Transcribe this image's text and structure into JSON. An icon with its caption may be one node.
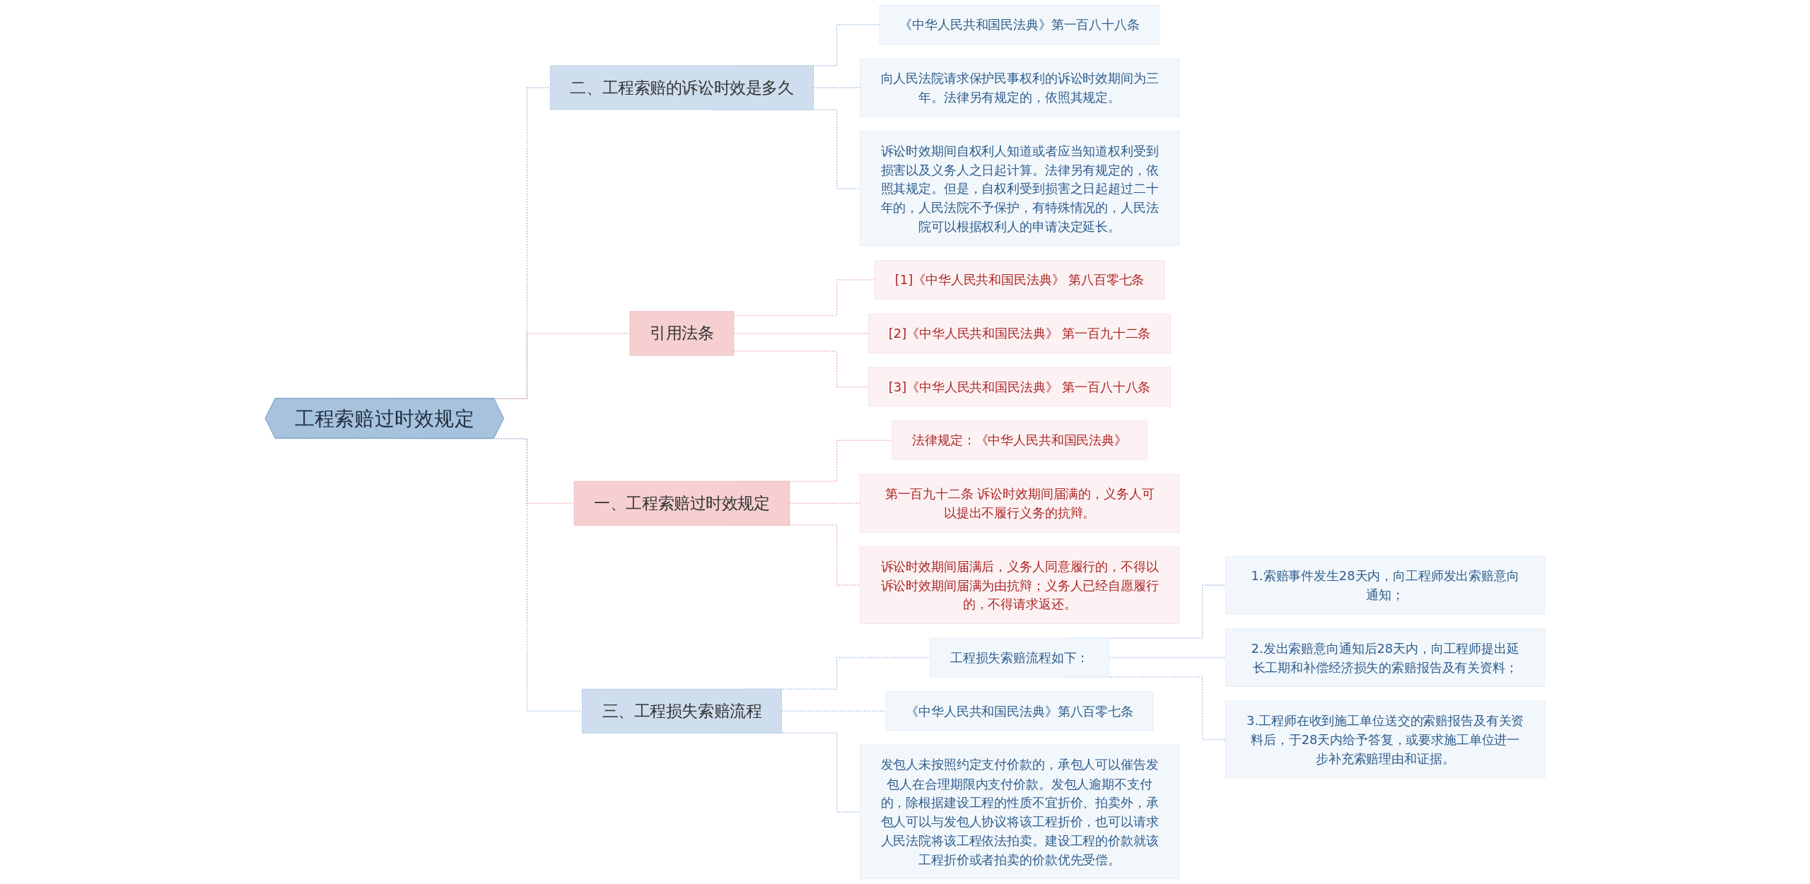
{
  "diagram": {
    "nodes": [
      {
        "text": [
          "工程索赔过时效规定"
        ]
      },
      {
        "text": [
          "二、工程索赔的诉讼时效是多久"
        ]
      },
      {
        "text": [
          "《中华人民共和国民法典》第一百八十八条"
        ]
      },
      {
        "text": [
          "向人民法院请求保护民事权利的诉讼时效期间为三年。法律另有规定的，依照其规定。"
        ]
      },
      {
        "text": [
          "诉讼时效期间自权利人知道或者应当知道权利受到损害以及义务人之日起计算。法律另有规定的，依照其规定。但是，自权利受到损害之日起超过二十年的，人民法院不予保护，有特殊情况的，人民法院可以根据权利人的申请决定延长。"
        ]
      },
      {
        "text": [
          "引用法条"
        ]
      },
      {
        "text": [
          "[1]《中华人民共和国民法典》 第八百零七条"
        ]
      },
      {
        "text": [
          "[2]《中华人民共和国民法典》 第一百九十二条"
        ]
      },
      {
        "text": [
          "[3]《中华人民共和国民法典》 第一百八十八条"
        ]
      },
      {
        "text": [
          "一、工程索赔过时效规定"
        ]
      },
      {
        "text": [
          "法律规定：《中华人民共和国民法典》"
        ]
      },
      {
        "text": [
          "第一百九十二条 诉讼时效期间届满的，义务人可以提出不履行义务的抗辩。"
        ]
      },
      {
        "text": [
          "诉讼时效期间届满后，义务人同意履行的，不得以诉讼时效期间届满为由抗辩；义务人已经自愿履行的，不得请求返还。"
        ]
      },
      {
        "text": [
          "三、工程损失索赔流程"
        ]
      },
      {
        "text": [
          "工程损失索赔流程如下："
        ]
      },
      {
        "text": [
          "1.索赔事件发生28天内，向工程师发出索赔意向通知；"
        ]
      },
      {
        "text": [
          "2.发出索赔意向通知后28天内，向工程师提出延长工期和补偿经济损失的索赔报告及有关资料；"
        ]
      },
      {
        "text": [
          "3.工程师在收到施工单位送交的索赔报告及有关资料后，于28天内给予答复，或要求施工单位进一步补充索赔理由和证据。"
        ]
      },
      {
        "text": [
          "《中华人民共和国民法典》第八百零七条"
        ]
      },
      {
        "text": [
          "发包人未按照约定支付价款的，承包人可以催告发包人在合理期限内支付价款。发包人逾期不支付的，除根据建设工程的性质不宜折价、拍卖外，承包人可以与发包人协议将该工程折价，也可以请求人民法院将该工程依法拍卖。建设工程的价款就该工程折价或者拍卖的价款优先受偿。"
        ]
      }
    ],
    "edges": [
      {
        "from": 0,
        "to": 1,
        "arrow": "none",
        "style": "dashed",
        "color": "#a9c4e0"
      },
      {
        "from": 1,
        "to": 2,
        "arrow": "none",
        "style": "dashed",
        "color": "#a9c4e0"
      },
      {
        "from": 1,
        "to": 3,
        "arrow": "none",
        "style": "dashed",
        "color": "#a9c4e0"
      },
      {
        "from": 1,
        "to": 4,
        "arrow": "none",
        "style": "dashed",
        "color": "#a9c4e0"
      },
      {
        "from": 0,
        "to": 5,
        "arrow": "none",
        "style": "dashed",
        "color": "#f0b4b6"
      },
      {
        "from": 5,
        "to": 6,
        "arrow": "none",
        "style": "dashed",
        "color": "#f0b4b6"
      },
      {
        "from": 5,
        "to": 7,
        "arrow": "none",
        "style": "dashed",
        "color": "#f0b4b6"
      },
      {
        "from": 5,
        "to": 8,
        "arrow": "none",
        "style": "dashed",
        "color": "#f0b4b6"
      },
      {
        "from": 0,
        "to": 9,
        "arrow": "none",
        "style": "dashed",
        "color": "#f0b4b6"
      },
      {
        "from": 9,
        "to": 10,
        "arrow": "none",
        "style": "dashed",
        "color": "#f0b4b6"
      },
      {
        "from": 9,
        "to": 11,
        "arrow": "none",
        "style": "dashed",
        "color": "#f0b4b6"
      },
      {
        "from": 9,
        "to": 12,
        "arrow": "none",
        "style": "dashed",
        "color": "#f0b4b6"
      },
      {
        "from": 0,
        "to": 13,
        "arrow": "none",
        "style": "dashed",
        "color": "#a9c4e0"
      },
      {
        "from": 13,
        "to": 14,
        "arrow": "none",
        "style": "dashed",
        "color": "#a9c4e0"
      },
      {
        "from": 14,
        "to": 15,
        "arrow": "none",
        "style": "dashed",
        "color": "#a9c4e0"
      },
      {
        "from": 14,
        "to": 16,
        "arrow": "none",
        "style": "dashed",
        "color": "#a9c4e0"
      },
      {
        "from": 14,
        "to": 17,
        "arrow": "none",
        "style": "dashed",
        "color": "#a9c4e0"
      },
      {
        "from": 13,
        "to": 18,
        "arrow": "none",
        "style": "dashed",
        "color": "#a9c4e0"
      },
      {
        "from": 13,
        "to": 19,
        "arrow": "none",
        "style": "dashed",
        "color": "#a9c4e0"
      }
    ]
  }
}
